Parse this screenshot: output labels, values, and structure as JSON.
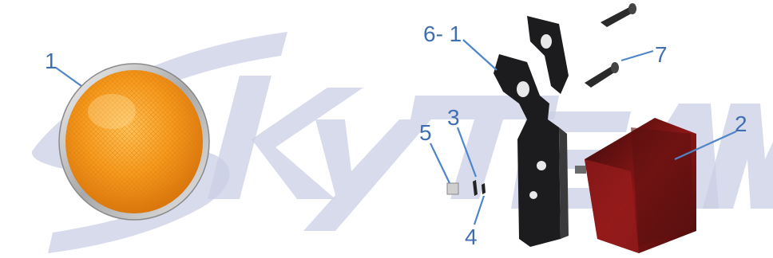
{
  "watermark": {
    "logo": "SkyTEAM",
    "color": "#c9cfe6"
  },
  "parts": [
    {
      "callout": "1",
      "name": "round amber reflector"
    },
    {
      "callout": "6- 1",
      "name": "reflector mounting bracket"
    },
    {
      "callout": "7",
      "name": "mounting screws"
    },
    {
      "callout": "2",
      "name": "rectangular red reflector"
    },
    {
      "callout": "3",
      "name": "bolt"
    },
    {
      "callout": "4",
      "name": "washer"
    },
    {
      "callout": "5",
      "name": "nut"
    }
  ],
  "colors": {
    "callout_text": "#3f6fb0",
    "leader_line": "#4f86c9",
    "amber_reflector": "#f39a1e",
    "red_reflector": "#7a1414",
    "bracket": "#1c1c1e"
  }
}
